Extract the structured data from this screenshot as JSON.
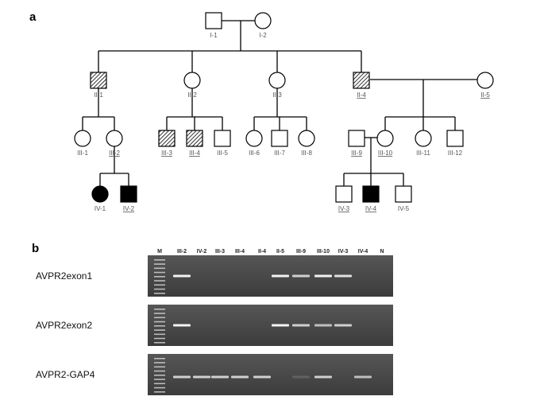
{
  "panel_a": {
    "letter": "a",
    "individuals": [
      {
        "id": "I-1",
        "label": "I-1",
        "sex": "male",
        "status": "unaffected",
        "underlined": false
      },
      {
        "id": "I-2",
        "label": "I-2",
        "sex": "female",
        "status": "unaffected",
        "underlined": false
      },
      {
        "id": "II-1",
        "label": "II-1",
        "sex": "male",
        "status": "hatched",
        "underlined": false
      },
      {
        "id": "II-2",
        "label": "II-2",
        "sex": "female",
        "status": "unaffected",
        "underlined": false
      },
      {
        "id": "II-3",
        "label": "II-3",
        "sex": "female",
        "status": "unaffected",
        "underlined": false
      },
      {
        "id": "II-4",
        "label": "II-4",
        "sex": "male",
        "status": "hatched",
        "underlined": true
      },
      {
        "id": "II-5",
        "label": "II-5",
        "sex": "female",
        "status": "unaffected",
        "underlined": true
      },
      {
        "id": "III-1",
        "label": "III-1",
        "sex": "female",
        "status": "unaffected",
        "underlined": false
      },
      {
        "id": "III-2",
        "label": "III-2",
        "sex": "female",
        "status": "unaffected",
        "underlined": true
      },
      {
        "id": "III-3",
        "label": "III-3",
        "sex": "male",
        "status": "hatched",
        "underlined": true
      },
      {
        "id": "III-4",
        "label": "III-4",
        "sex": "male",
        "status": "hatched",
        "underlined": true
      },
      {
        "id": "III-5",
        "label": "III-5",
        "sex": "male",
        "status": "unaffected",
        "underlined": false
      },
      {
        "id": "III-6",
        "label": "III-6",
        "sex": "female",
        "status": "unaffected",
        "underlined": false
      },
      {
        "id": "III-7",
        "label": "III-7",
        "sex": "male",
        "status": "unaffected",
        "underlined": false
      },
      {
        "id": "III-8",
        "label": "III-8",
        "sex": "female",
        "status": "unaffected",
        "underlined": false
      },
      {
        "id": "III-9",
        "label": "III-9",
        "sex": "male",
        "status": "unaffected",
        "underlined": true
      },
      {
        "id": "III-10",
        "label": "III-10",
        "sex": "female",
        "status": "unaffected",
        "underlined": true
      },
      {
        "id": "III-11",
        "label": "III-11",
        "sex": "female",
        "status": "unaffected",
        "underlined": false
      },
      {
        "id": "III-12",
        "label": "III-12",
        "sex": "male",
        "status": "unaffected",
        "underlined": false
      },
      {
        "id": "IV-1",
        "label": "IV-1",
        "sex": "female",
        "status": "affected",
        "underlined": false
      },
      {
        "id": "IV-2",
        "label": "IV-2",
        "sex": "male",
        "status": "affected",
        "underlined": true
      },
      {
        "id": "IV-3",
        "label": "IV-3",
        "sex": "male",
        "status": "unaffected",
        "underlined": true
      },
      {
        "id": "IV-4",
        "label": "IV-4",
        "sex": "male",
        "status": "affected",
        "underlined": true
      },
      {
        "id": "IV-5",
        "label": "IV-5",
        "sex": "male",
        "status": "unaffected",
        "underlined": false
      }
    ]
  },
  "panel_b": {
    "letter": "b",
    "lanes": [
      "M",
      "III-2",
      "IV-2",
      "III-3",
      "III-4",
      "II-4",
      "II-5",
      "III-9",
      "III-10",
      "IV-3",
      "IV-4",
      "N"
    ],
    "gels": [
      {
        "name": "AVPR2exon1",
        "bands": [
          1,
          0,
          0,
          0,
          0,
          1,
          0.8,
          1,
          0.9,
          0,
          0
        ]
      },
      {
        "name": "AVPR2exon2",
        "bands": [
          1,
          0,
          0,
          0,
          0,
          1,
          0.8,
          0.7,
          0.8,
          0,
          0
        ]
      },
      {
        "name": "AVPR2-GAP4",
        "bands": [
          0.8,
          0.8,
          0.8,
          0.8,
          0.8,
          0,
          0.15,
          0.8,
          0,
          0.7,
          0
        ]
      }
    ]
  },
  "colors": {
    "line": "#000000",
    "label": "#555555",
    "gel_bg": "#4a4a4a",
    "band": "#f2f2f2",
    "affected": "#000000"
  }
}
